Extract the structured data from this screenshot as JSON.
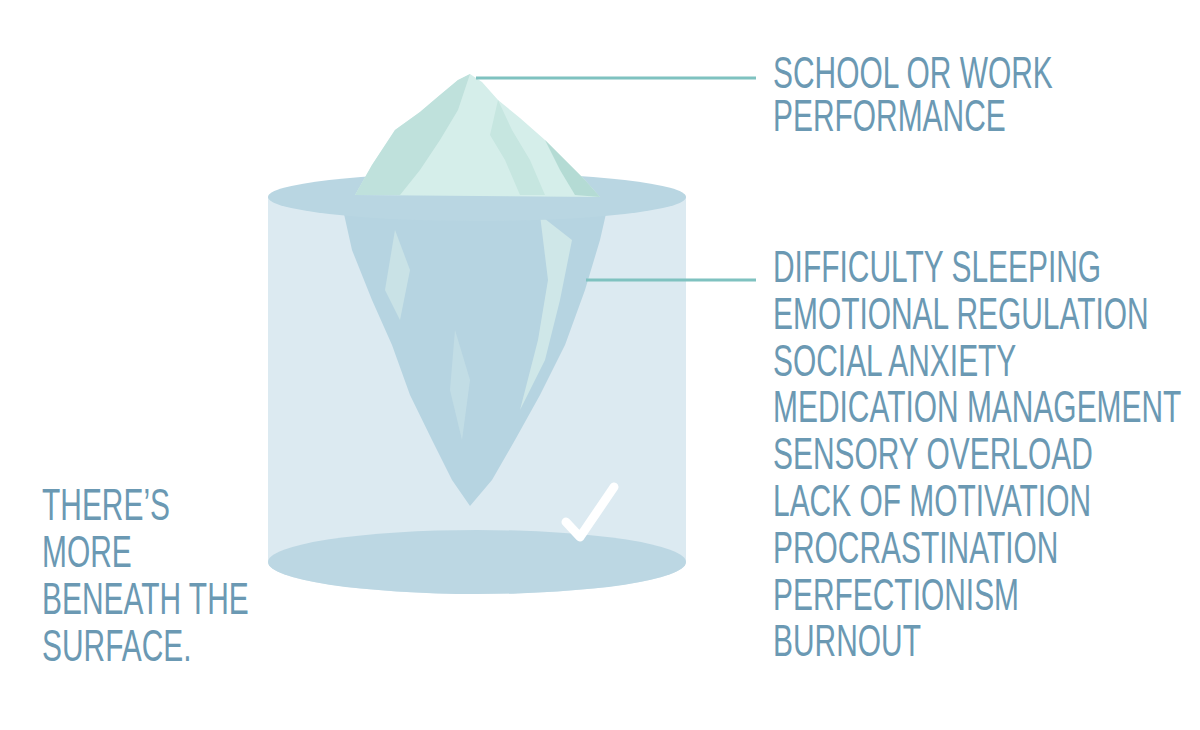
{
  "diagram": {
    "labels": [
      "SCHOOL OR WORK PERFORMANCE",
      "DIFFICULTY SLEEPING",
      "EMOTIONAL REGULATION",
      "SOCIAL ANXIETY",
      "MEDICATION MANAGEMENT",
      "SENSORY OVERLOAD",
      "LACK OF MOTIVATION",
      "PROCRASTINATION",
      "PERFECTIONISM",
      "BURNOUT",
      "THERE’S MORE BENEATH THE SURFACE."
    ]
  }
}
